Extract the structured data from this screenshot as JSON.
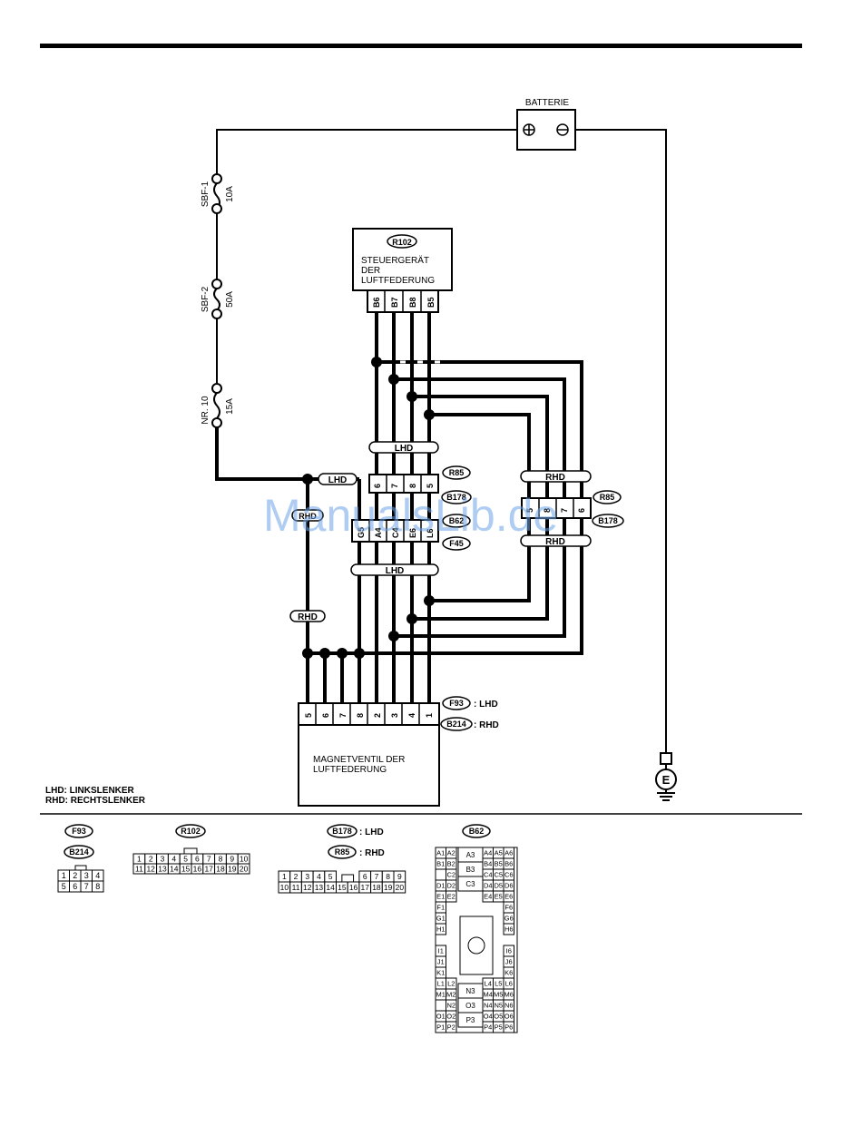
{
  "battery": {
    "label": "BATTERIE",
    "plus": "⊕",
    "minus": "⊖"
  },
  "fuses": [
    {
      "name": "SBF-1",
      "rating": "10A"
    },
    {
      "name": "SBF-2",
      "rating": "50A"
    },
    {
      "name": "NR. 10",
      "rating": "15A"
    }
  ],
  "control_unit": {
    "connector": "R102",
    "lines": [
      "STEUERGERÄT",
      "DER",
      "LUFTFEDERUNG"
    ],
    "pins": [
      "B6",
      "B7",
      "B8",
      "B5"
    ]
  },
  "joint_lhd": {
    "tag": "LHD",
    "pins": [
      "6",
      "7",
      "8",
      "5"
    ],
    "connectors": [
      "R85",
      "B178",
      "B62"
    ]
  },
  "joint_f45": {
    "tag": "LHD",
    "pins": [
      "G5",
      "A4",
      "C4",
      "E6",
      "L6"
    ],
    "connector": "F45",
    "hidden_tag": "RHD"
  },
  "joint_rhd": {
    "tag_top": "RHD",
    "tag_bottom": "RHD",
    "pins": [
      "5",
      "8",
      "7",
      "6"
    ],
    "connectors": [
      "R85",
      "B178"
    ]
  },
  "wire_tags": {
    "lhd_branch": "LHD",
    "rhd_branch": "RHD"
  },
  "valve": {
    "pins": [
      "5",
      "6",
      "7",
      "8",
      "2",
      "3",
      "4",
      "1"
    ],
    "label_lines": [
      "MAGNETVENTIL DER",
      "LUFTFEDERUNG"
    ],
    "conn_a": "F93",
    "conn_a_suffix": ": LHD",
    "conn_b": "B214",
    "conn_b_suffix": ": RHD"
  },
  "ground": "E",
  "legend": [
    "LHD: LINKSLENKER",
    "RHD: RECHTSLENKER"
  ],
  "connector_views": {
    "f93": {
      "labels": [
        "F93",
        "B214"
      ],
      "row1": [
        "1",
        "2",
        "3",
        "4"
      ],
      "row2": [
        "5",
        "6",
        "7",
        "8"
      ]
    },
    "r102": {
      "label": "R102",
      "row1": [
        "1",
        "2",
        "3",
        "4",
        "5",
        "6",
        "7",
        "8",
        "9",
        "10"
      ],
      "row2": [
        "11",
        "12",
        "13",
        "14",
        "15",
        "16",
        "17",
        "18",
        "19",
        "20"
      ]
    },
    "b178": {
      "label_a": "B178",
      "suffix_a": ": LHD",
      "label_b": "R85",
      "suffix_b": ": RHD",
      "row1": [
        "1",
        "2",
        "3",
        "4",
        "5",
        "6",
        "7",
        "8",
        "9"
      ],
      "row2": [
        "10",
        "11",
        "12",
        "13",
        "14",
        "15",
        "16",
        "17",
        "18",
        "19",
        "20"
      ]
    },
    "b62": {
      "label": "B62",
      "left": [
        [
          "A1",
          "A2"
        ],
        [
          "B1",
          "B2"
        ],
        [
          "",
          "C2"
        ],
        [
          "D1",
          "D2"
        ],
        [
          "E1",
          "E2"
        ],
        [
          "F1",
          ""
        ],
        [
          "G1",
          ""
        ],
        [
          "H1",
          ""
        ],
        [
          "",
          ""
        ],
        [
          "I1",
          ""
        ],
        [
          "J1",
          ""
        ],
        [
          "K1",
          ""
        ],
        [
          "L1",
          "L2"
        ],
        [
          "M1",
          "M2"
        ],
        [
          "",
          "N2"
        ],
        [
          "O1",
          "O2"
        ],
        [
          "P1",
          "P2"
        ]
      ],
      "right": [
        [
          "A4",
          "A5",
          "A6"
        ],
        [
          "B4",
          "B5",
          "B6"
        ],
        [
          "C4",
          "C5",
          "C6"
        ],
        [
          "D4",
          "D5",
          "D6"
        ],
        [
          "E4",
          "E5",
          "E6"
        ],
        [
          "",
          "",
          "F6"
        ],
        [
          "",
          "",
          "G6"
        ],
        [
          "",
          "",
          "H6"
        ],
        [
          "",
          "",
          ""
        ],
        [
          "",
          "",
          "I6"
        ],
        [
          "",
          "",
          "J6"
        ],
        [
          "",
          "",
          "K6"
        ],
        [
          "L4",
          "L5",
          "L6"
        ],
        [
          "M4",
          "M5",
          "M6"
        ],
        [
          "N4",
          "N5",
          "N6"
        ],
        [
          "O4",
          "O5",
          "O6"
        ],
        [
          "P4",
          "P5",
          "P6"
        ]
      ],
      "mid": [
        "A3",
        "B3",
        "C3",
        "N3",
        "O3",
        "P3"
      ]
    }
  },
  "watermark": "ManualsLib.de"
}
